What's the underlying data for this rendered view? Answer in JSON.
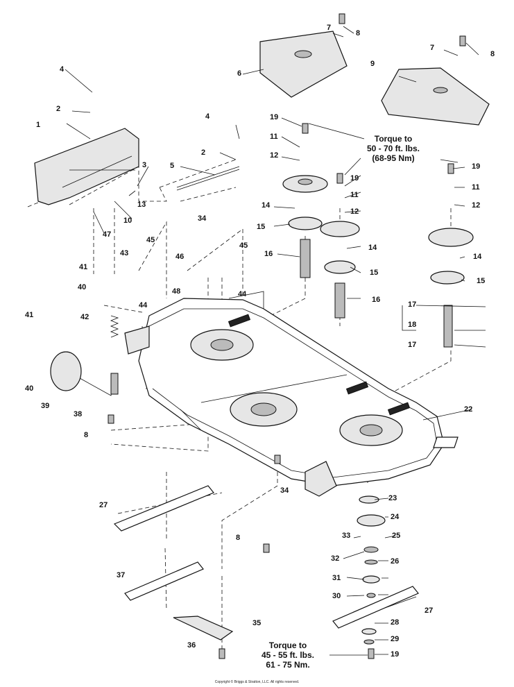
{
  "callouts": [
    "1",
    "2",
    "3",
    "4",
    "5",
    "6",
    "7",
    "8",
    "9",
    "10",
    "11",
    "12",
    "13",
    "14",
    "15",
    "16",
    "17",
    "18",
    "19",
    "22",
    "23",
    "24",
    "25",
    "26",
    "27",
    "28",
    "29",
    "30",
    "31",
    "32",
    "33",
    "34",
    "35",
    "36",
    "37",
    "38",
    "39",
    "40",
    "41",
    "42",
    "43",
    "44",
    "45",
    "46",
    "47",
    "48"
  ],
  "torque_upper": {
    "line1": "Torque to",
    "line2": "50 - 70 ft. lbs.",
    "line3": "(68-95 Nm)"
  },
  "torque_lower": {
    "line1": "Torque to",
    "line2": "45 - 55 ft. lbs.",
    "line3": "61 - 75 Nm."
  },
  "copyright": "Copyright © Briggs & Stratton, LLC. All rights reserved."
}
